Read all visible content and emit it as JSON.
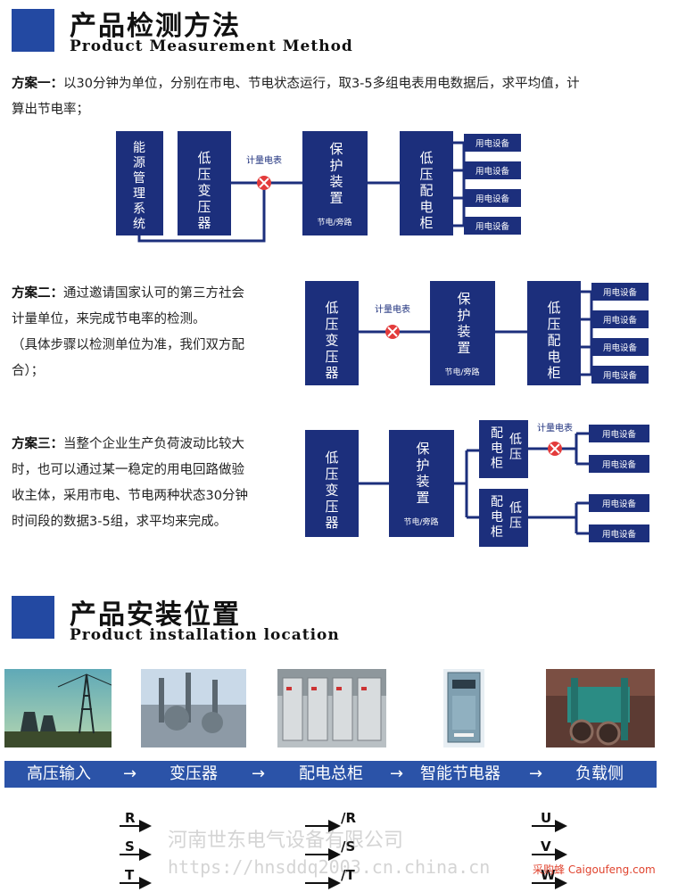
{
  "section1": {
    "title_cn": "产品检测方法",
    "title_en": "Product Measurement Method"
  },
  "plan1": {
    "label": "方案一：",
    "text_line1": "以30分钟为单位，分别在市电、节电状态运行，取3-5多组电表用电数据后，求平均值，计",
    "text_line2": "算出节电率；"
  },
  "plan2": {
    "label": "方案二：",
    "line1": "通过邀请国家认可的第三方社会",
    "line2": "计量单位，来完成节电率的检测。",
    "line3": "（具体步骤以检测单位为准，我们双方配",
    "line4": "合）；"
  },
  "plan3": {
    "label": "方案三：",
    "line1": "当整个企业生产负荷波动比较大",
    "line2": "时，也可以通过某一稳定的用电回路做验",
    "line3": "收主体，采用市电、节电两种状态30分钟",
    "line4": "时间段的数据3-5组，求平均来完成。"
  },
  "diagram": {
    "energy_mgmt": "能源管理系统",
    "low_transformer": "低压变压器",
    "meter": "计量电表",
    "protection": "保护装置",
    "save_bypass1": "节电/旁路",
    "save_bypass2": "节电/旁路",
    "save_bypass3": "节电/旁路",
    "low_cabinet": "低压配电柜",
    "dist_cabinet": "配电柜",
    "low_pressure": "低压",
    "device": "用电设备"
  },
  "section2": {
    "title_cn": "产品安装位置",
    "title_en": "Product installation location"
  },
  "flow": {
    "s1": "高压输入",
    "s2": "变压器",
    "s3": "配电总柜",
    "s4": "智能节电器",
    "s5": "负载侧",
    "arrow": "→"
  },
  "phases": {
    "in": [
      "R",
      "S",
      "T"
    ],
    "mid": [
      "/R",
      "/S",
      "/T"
    ],
    "out": [
      "U",
      "V",
      "W"
    ]
  },
  "watermark": {
    "company": "河南世东电气设备有限公司",
    "url": "https://hnsddq2003.cn.china.cn",
    "brand": "采购蜂 Caigoufeng.com"
  },
  "colors": {
    "box": "#1c2f7c",
    "accent": "#2349a2",
    "flow_bar": "#2b53a8",
    "meter_red": "#e33b3b"
  }
}
